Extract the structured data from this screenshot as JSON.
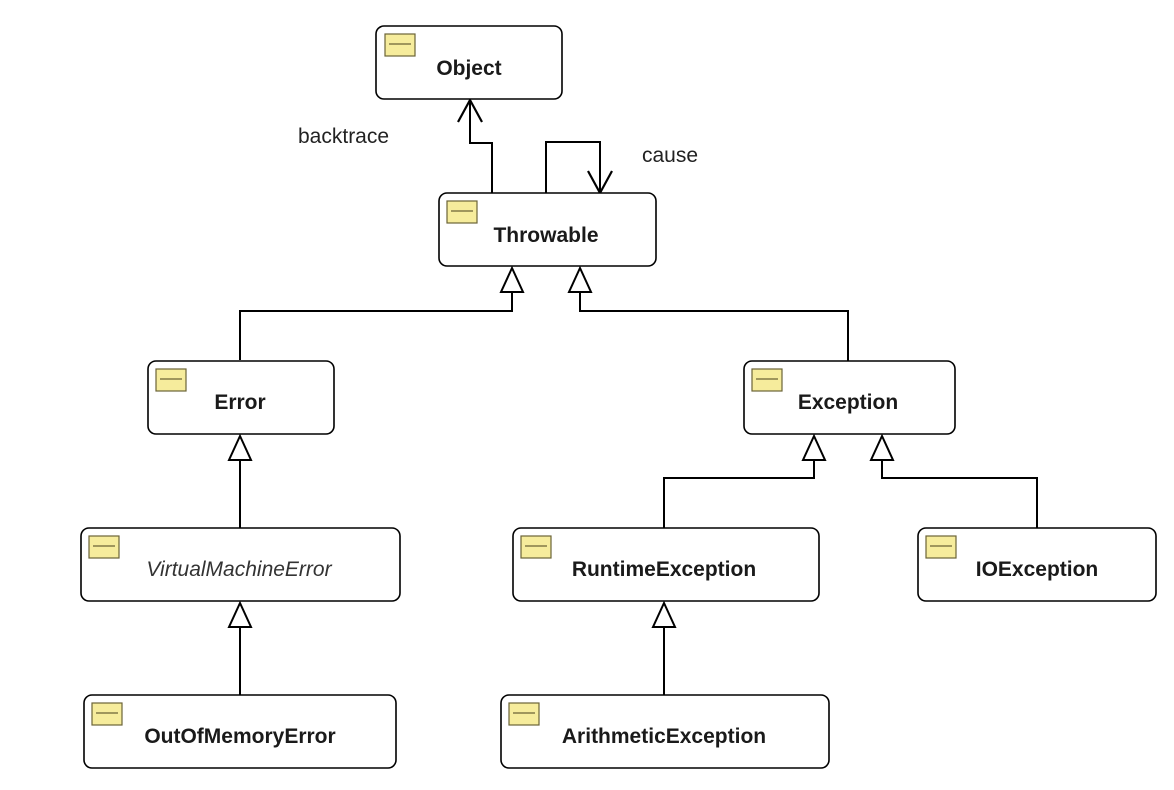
{
  "classes": {
    "object": {
      "name": "Object",
      "abstract": false
    },
    "throwable": {
      "name": "Throwable",
      "abstract": false
    },
    "error": {
      "name": "Error",
      "abstract": false
    },
    "exception": {
      "name": "Exception",
      "abstract": false
    },
    "virtual_machine_error": {
      "name": "VirtualMachineError",
      "abstract": true
    },
    "runtime_exception": {
      "name": "RuntimeException",
      "abstract": false
    },
    "io_exception": {
      "name": "IOException",
      "abstract": false
    },
    "out_of_memory_error": {
      "name": "OutOfMemoryError",
      "abstract": false
    },
    "arithmetic_exception": {
      "name": "ArithmeticException",
      "abstract": false
    }
  },
  "associations": {
    "backtrace": {
      "label": "backtrace",
      "from": "Throwable",
      "to": "Object"
    },
    "cause": {
      "label": "cause",
      "from": "Throwable",
      "to": "Throwable"
    }
  },
  "generalizations": [
    {
      "child": "Error",
      "parent": "Throwable"
    },
    {
      "child": "Exception",
      "parent": "Throwable"
    },
    {
      "child": "VirtualMachineError",
      "parent": "Error"
    },
    {
      "child": "OutOfMemoryError",
      "parent": "VirtualMachineError"
    },
    {
      "child": "RuntimeException",
      "parent": "Exception"
    },
    {
      "child": "IOException",
      "parent": "Exception"
    },
    {
      "child": "ArithmeticException",
      "parent": "RuntimeException"
    }
  ],
  "colors": {
    "icon_fill": "#f6ec9c",
    "line": "#000000"
  }
}
